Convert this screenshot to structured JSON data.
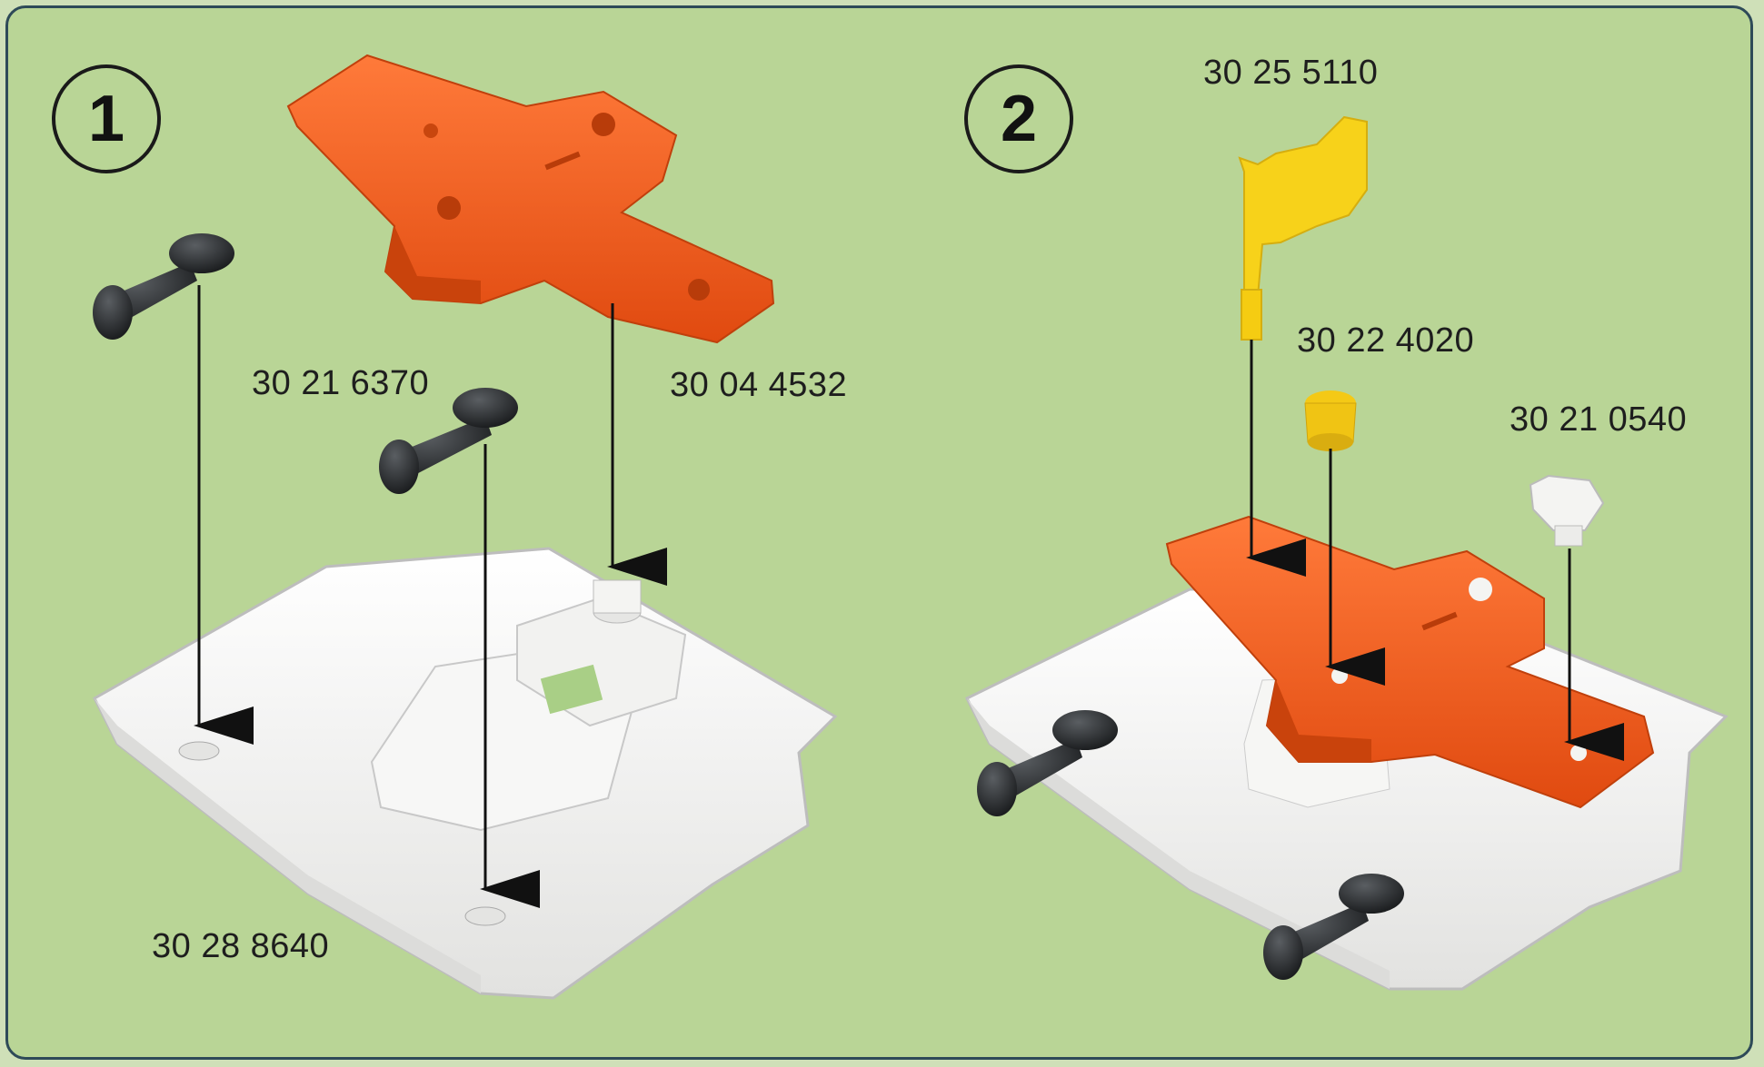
{
  "steps": [
    {
      "number": "1",
      "parts": [
        {
          "code": "30 21 6370",
          "name": "dark-peg"
        },
        {
          "code": "30 04 4532",
          "name": "orange-cross-plate"
        },
        {
          "code": "30 28 8640",
          "name": "white-base-plate"
        }
      ]
    },
    {
      "number": "2",
      "parts": [
        {
          "code": "30 25 5110",
          "name": "yellow-flag"
        },
        {
          "code": "30 22 4020",
          "name": "yellow-cap"
        },
        {
          "code": "30 21 0540",
          "name": "white-connector"
        }
      ]
    }
  ],
  "colors": {
    "background": "#b9d596",
    "orange_part": "#f0561a",
    "yellow_part": "#f7d21a",
    "white_part": "#f4f4f2",
    "dark_peg": "#2b2e31"
  }
}
